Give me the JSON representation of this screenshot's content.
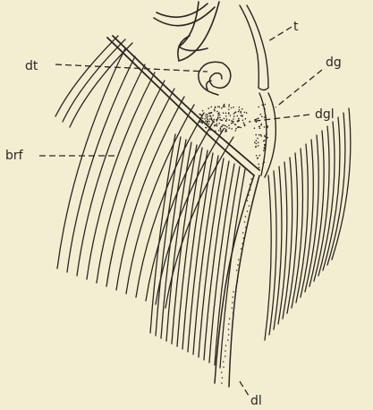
{
  "figure": {
    "labels": {
      "t": "t",
      "dt": "dt",
      "dg": "dg",
      "dgl": "dgl",
      "brf": "brf",
      "dl": "dl"
    },
    "colors": {
      "paper": "#f3eed2",
      "ink": "#2a2622"
    }
  }
}
